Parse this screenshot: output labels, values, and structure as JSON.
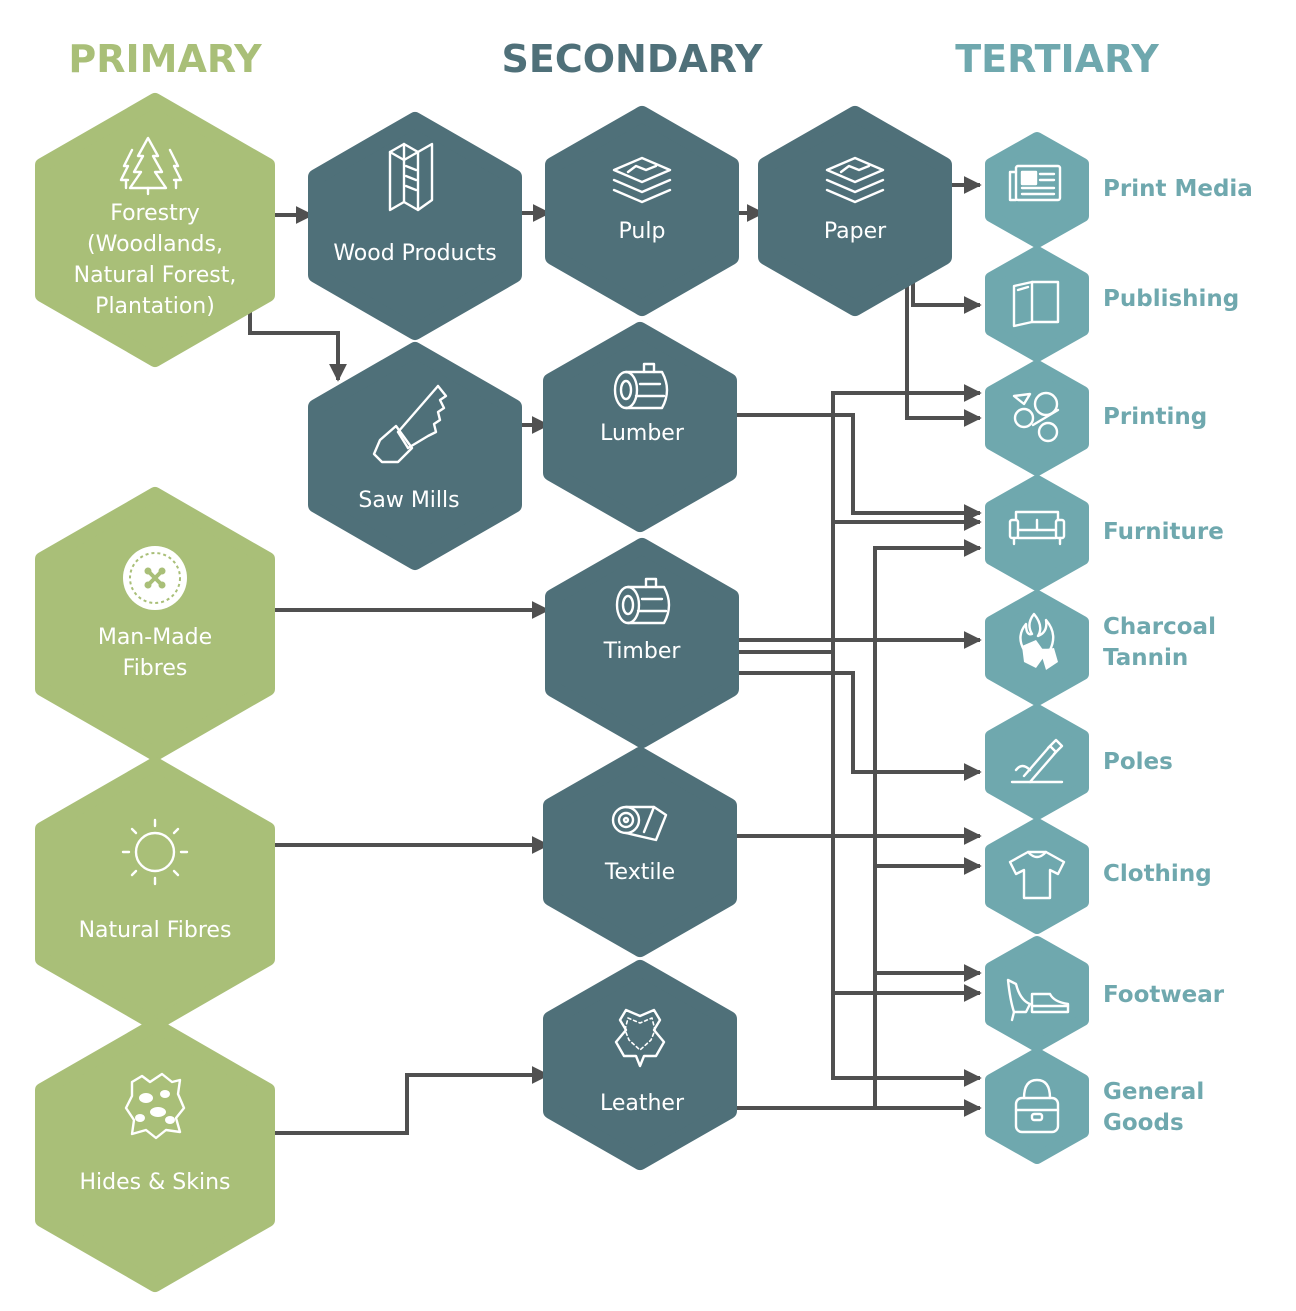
{
  "colors": {
    "primary": "#a9bf78",
    "secondary": "#4f7079",
    "tertiary": "#6fa8ae",
    "arrow": "#505050"
  },
  "headers": {
    "primary": "PRIMARY",
    "secondary": "SECONDARY",
    "tertiary": "TERTIARY"
  },
  "primary": {
    "forestry": {
      "lines": [
        "Forestry",
        "(Woodlands,",
        "Natural Forest,",
        "Plantation)"
      ],
      "icon": "trees-icon"
    },
    "manmade": {
      "lines": [
        "Man-Made",
        "Fibres"
      ],
      "icon": "button-icon"
    },
    "natural": {
      "lines": [
        "Natural Fibres"
      ],
      "icon": "sun-icon"
    },
    "hides": {
      "lines": [
        "Hides & Skins"
      ],
      "icon": "hide-icon"
    }
  },
  "secondary": {
    "wood_products": {
      "label": "Wood Products",
      "icon": "wood-block-icon"
    },
    "pulp": {
      "label": "Pulp",
      "icon": "paper-stack-icon"
    },
    "paper": {
      "label": "Paper",
      "icon": "paper-stack-icon"
    },
    "saw_mills": {
      "label": "Saw Mills",
      "icon": "saw-icon"
    },
    "lumber": {
      "label": "Lumber",
      "icon": "log-icon"
    },
    "timber": {
      "label": "Timber",
      "icon": "log-icon"
    },
    "textile": {
      "label": "Textile",
      "icon": "fabric-roll-icon"
    },
    "leather": {
      "label": "Leather",
      "icon": "leather-hide-icon"
    }
  },
  "tertiary": {
    "print_media": {
      "lines": [
        "Print Media"
      ],
      "icon": "newspaper-icon"
    },
    "publishing": {
      "lines": [
        "Publishing"
      ],
      "icon": "book-icon"
    },
    "printing": {
      "lines": [
        "Printing"
      ],
      "icon": "rollers-icon"
    },
    "furniture": {
      "lines": [
        "Furniture"
      ],
      "icon": "sofa-icon"
    },
    "charcoal": {
      "lines": [
        "Charcoal",
        "Tannin"
      ],
      "icon": "fire-icon"
    },
    "poles": {
      "lines": [
        "Poles"
      ],
      "icon": "chisel-icon"
    },
    "clothing": {
      "lines": [
        "Clothing"
      ],
      "icon": "tshirt-icon"
    },
    "footwear": {
      "lines": [
        "Footwear"
      ],
      "icon": "shoes-icon"
    },
    "general_goods": {
      "lines": [
        "General",
        "Goods"
      ],
      "icon": "handbag-icon"
    }
  }
}
